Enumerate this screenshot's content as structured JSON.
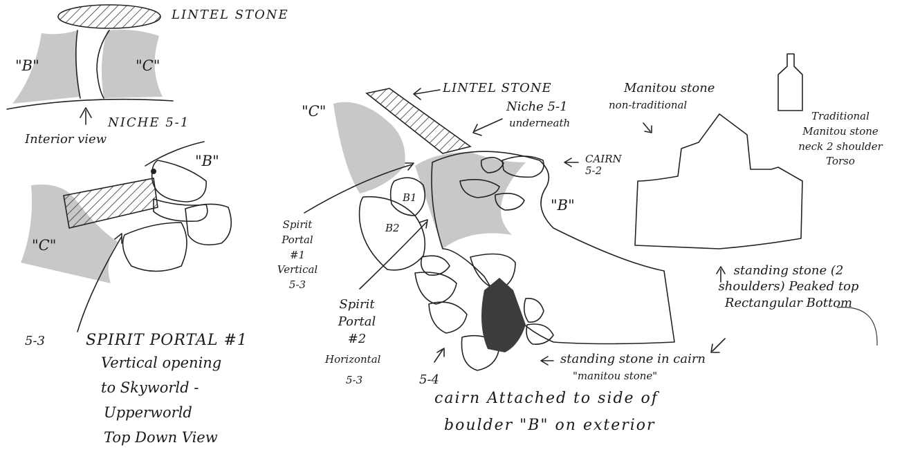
{
  "panel_niche": {
    "lintel_label": "LINTEL STONE",
    "b_label": "\"B\"",
    "c_label": "\"C\"",
    "niche_label": "NICHE 5-1",
    "interior_label": "Interior view"
  },
  "panel_topdown": {
    "b_label": "\"B\"",
    "c_label": "\"C\"",
    "ref_label": "5-3",
    "portal_title": "SPIRIT PORTAL #1",
    "line1": "Vertical opening",
    "line2": "to Skyworld -",
    "line3": "Upperworld",
    "line4": "Top Down View"
  },
  "panel_main": {
    "lintel_label": "LINTEL STONE",
    "c_label": "\"C\"",
    "niche_line1": "Niche 5-1",
    "niche_line2": "underneath",
    "cairn_label": "CAIRN 5-2",
    "b_label": "\"B\"",
    "b1_label": "B1",
    "b2_label": "B2",
    "portal1_label": "Spirit Portal #1 Vertical 5-3",
    "portal2_label": "Spirit Portal #2",
    "horizontal_label": "Horizontal",
    "ref_53": "5-3",
    "ref_54": "5-4",
    "standing_line1": "standing stone in cairn",
    "standing_line2": "\"manitou stone\"",
    "caption1": "cairn Attached to side of",
    "caption2": "boulder \"B\" on exterior"
  },
  "panel_manitou": {
    "title_line1": "Manitou stone",
    "title_line2": "non-traditional",
    "traditional_label": "Traditional Manitou stone neck 2 shoulder Torso",
    "standing_label": "standing stone (2 shoulders) Peaked top Rectangular Bottom"
  }
}
